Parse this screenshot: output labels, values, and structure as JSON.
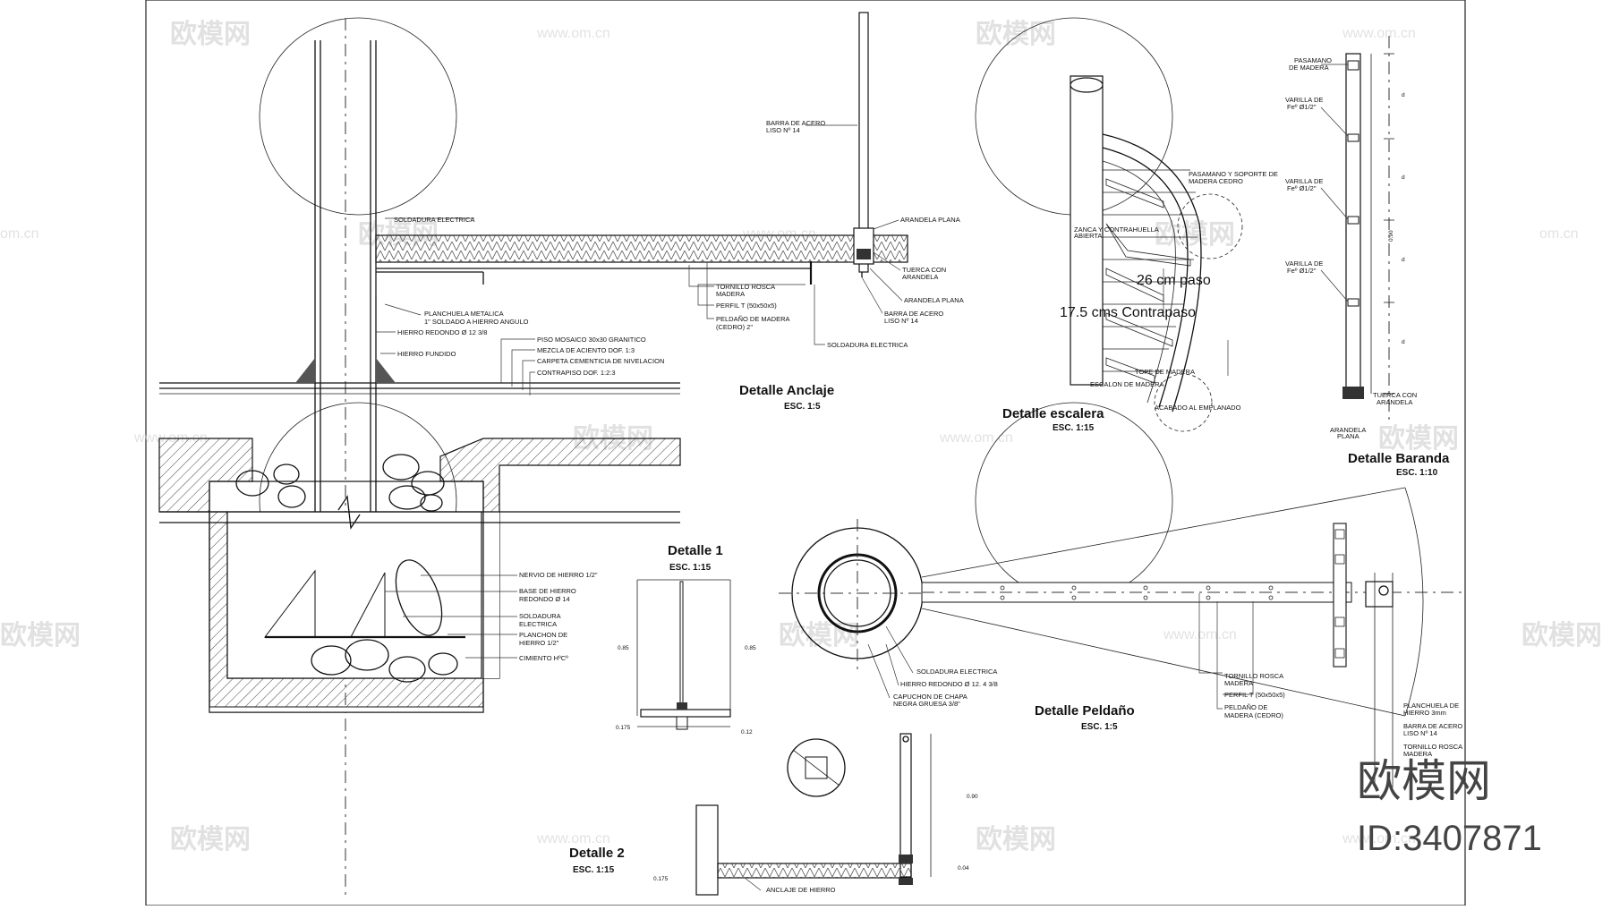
{
  "watermark": {
    "cn_text": "欧模网",
    "url_text": "www.om.cn",
    "url_short": "om.cn"
  },
  "brand": {
    "name": "欧模网",
    "id_label": "ID:3407871"
  },
  "details": {
    "anclaje": {
      "title": "Detalle Anclaje",
      "scale": "ESC. 1:5",
      "notes": {
        "barra_acero_1": "BARRA DE ACERO",
        "barra_acero_2": "LISO Nº 14",
        "arandela_plana_top": "ARANDELA PLANA",
        "tuerca_1": "TUERCA CON",
        "tuerca_2": "ARANDELA",
        "arandela_plana_bottom": "ARANDELA PLANA",
        "barra_acero_b1": "BARRA DE ACERO",
        "barra_acero_b2": "LISO Nº 14",
        "tornillo_1": "TORNILLO ROSCA",
        "tornillo_2": "MADERA",
        "perfil": "PERFIL T (50x50x5)",
        "peldano_1": "PELDAÑO DE MADERA",
        "peldano_2": "(CEDRO) 2\"",
        "soldadura": "SOLDADURA ELECTRICA"
      }
    },
    "column": {
      "soldadura_top": "SOLDADURA ELECTRICA",
      "planchuela_1": "PLANCHUELA METALICA",
      "planchuela_2": "1\" SOLDADO A HIERRO ANGULO",
      "hierro_redondo": "HIERRO REDONDO Ø 12 3/8",
      "hierro_fundido": "HIERRO FUNDIDO",
      "piso": "PISO MOSAICO 30x30 GRANITICO",
      "mezcla": "MEZCLA DE ACIENTO DOF. 1:3",
      "carpeta": "CARPETA CEMENTICIA DE NIVELACION",
      "contrapiso": "CONTRAPISO DOF. 1:2:3",
      "nervio": "NERVIO DE HIERRO 1/2\"",
      "base_1": "BASE DE HIERRO",
      "base_2": "REDONDO Ø 14",
      "sold_1": "SOLDADURA",
      "sold_2": "ELECTRICA",
      "planchon_1": "PLANCHON DE",
      "planchon_2": "HIERRO 1/2\"",
      "cimiento": "CIMIENTO HºCº"
    },
    "escalera": {
      "title": "Detalle escalera",
      "scale": "ESC. 1:15",
      "paso": "26 cm  paso",
      "contrapaso": "17.5 cms Contrapaso",
      "pasamano_1": "PASAMANO Y SOPORTE DE",
      "pasamano_2": "MADERA CEDRO",
      "zanca_1": "ZANCA Y CONTRAHUELLA",
      "zanca_2": "ABIERTA",
      "escalon": "ESCALON DE MADERA",
      "tope": "TOPE DE MADERA",
      "acabado": "ACABADO AL EMPLANADO"
    },
    "baranda": {
      "title": "Detalle Baranda",
      "scale": "ESC. 1:10",
      "pasamano_1": "PASAMANO",
      "pasamano_2": "DE MADERA",
      "varilla_1": "VARILLA DE",
      "varilla_2": "Feº Ø1/2\"",
      "tuerca_1": "TUERCA CON",
      "tuerca_2": "ARANDELA",
      "arandela_1": "ARANDELA",
      "arandela_2": "PLANA",
      "dim_total": "0.90",
      "dim_d": "d"
    },
    "detalle1": {
      "title": "Detalle 1",
      "scale": "ESC. 1:15",
      "dim_a": "0.85",
      "dim_b": "0.85",
      "dim_c": "0.175",
      "dim_d": "0.12"
    },
    "detalle2": {
      "title": "Detalle 2",
      "scale": "ESC. 1:15",
      "dim_a": "0.90",
      "dim_b": "0.175",
      "dim_c": "0.04",
      "anclaje": "ANCLAJE DE HIERRO"
    },
    "peldano": {
      "title": "Detalle Peldaño",
      "scale": "ESC. 1:5",
      "soldadura": "SOLDADURA ELECTRICA",
      "hierro": "HIERRO REDONDO Ø 12. 4 3/8",
      "capuchon_1": "CAPUCHON DE CHAPA",
      "capuchon_2": "NEGRA GRUESA 3/8\"",
      "tornillo_1": "TORNILLO ROSCA",
      "tornillo_2": "MADERA",
      "perfil": "PERFIL T (50x50x5)",
      "peldano_1": "PELDAÑO DE",
      "peldano_2": "MADERA (CEDRO)",
      "planchuela_1": "PLANCHUELA DE",
      "planchuela_2": "HIERRO 3mm",
      "barra_1": "BARRA DE ACERO",
      "barra_2": "LISO Nº 14",
      "tornillo_r1": "TORNILLO ROSCA",
      "tornillo_r2": "MADERA"
    }
  }
}
